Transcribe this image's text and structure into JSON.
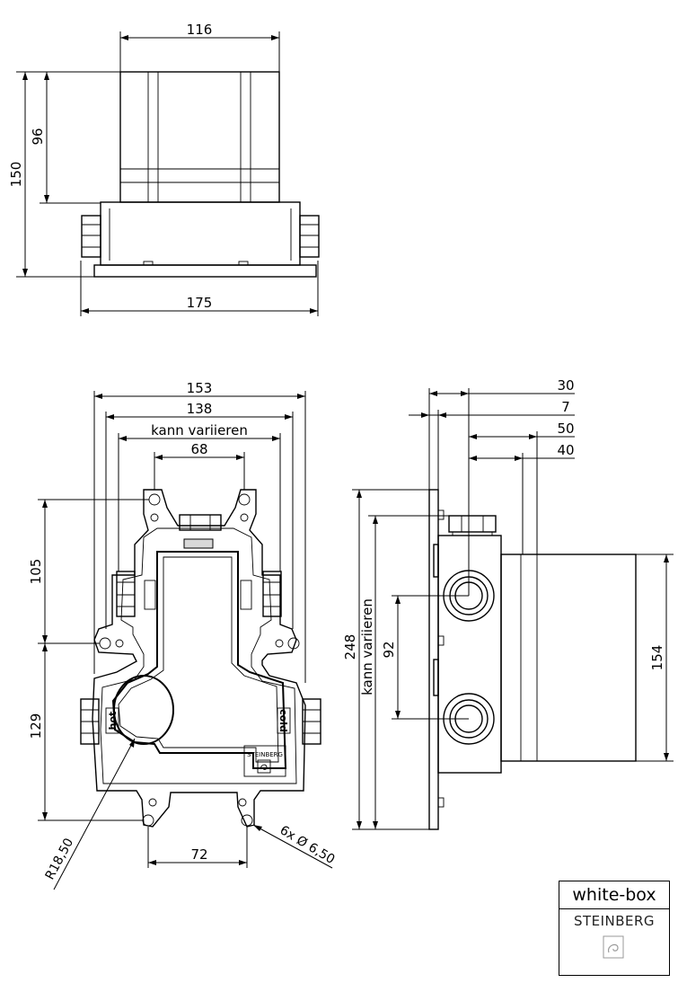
{
  "top_view": {
    "dim_width_top": "116",
    "dim_height_total": "150",
    "dim_height_upper": "96",
    "dim_width_bottom": "175"
  },
  "front_view": {
    "dim_153": "153",
    "dim_138": "138",
    "dim_kann_variieren": "kann variieren",
    "dim_68": "68",
    "dim_105": "105",
    "dim_129": "129",
    "dim_72": "72",
    "radius_label": "R18,50",
    "holes_label": "6x Ø 6,50",
    "label_hot": "hot",
    "label_cold": "cold",
    "label_steinberg": "STEINBERG"
  },
  "side_view": {
    "dim_30": "30",
    "dim_7": "7",
    "dim_50": "50",
    "dim_40": "40",
    "dim_248": "248",
    "dim_kann_variieren": "kann variieren",
    "dim_92": "92",
    "dim_154": "154"
  },
  "brand_box": {
    "line1": "white-box",
    "line2": "STEINBERG"
  }
}
